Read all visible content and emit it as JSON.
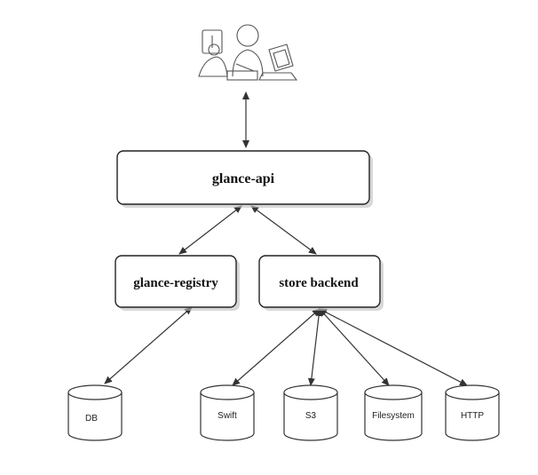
{
  "nodes": {
    "api": {
      "label": "glance-api"
    },
    "registry": {
      "label": "glance-registry"
    },
    "store": {
      "label": "store backend"
    }
  },
  "databases": [
    {
      "label": "DB"
    },
    {
      "label": "Swift"
    },
    {
      "label": "S3"
    },
    {
      "label": "Filesystem"
    },
    {
      "label": "HTTP"
    }
  ]
}
